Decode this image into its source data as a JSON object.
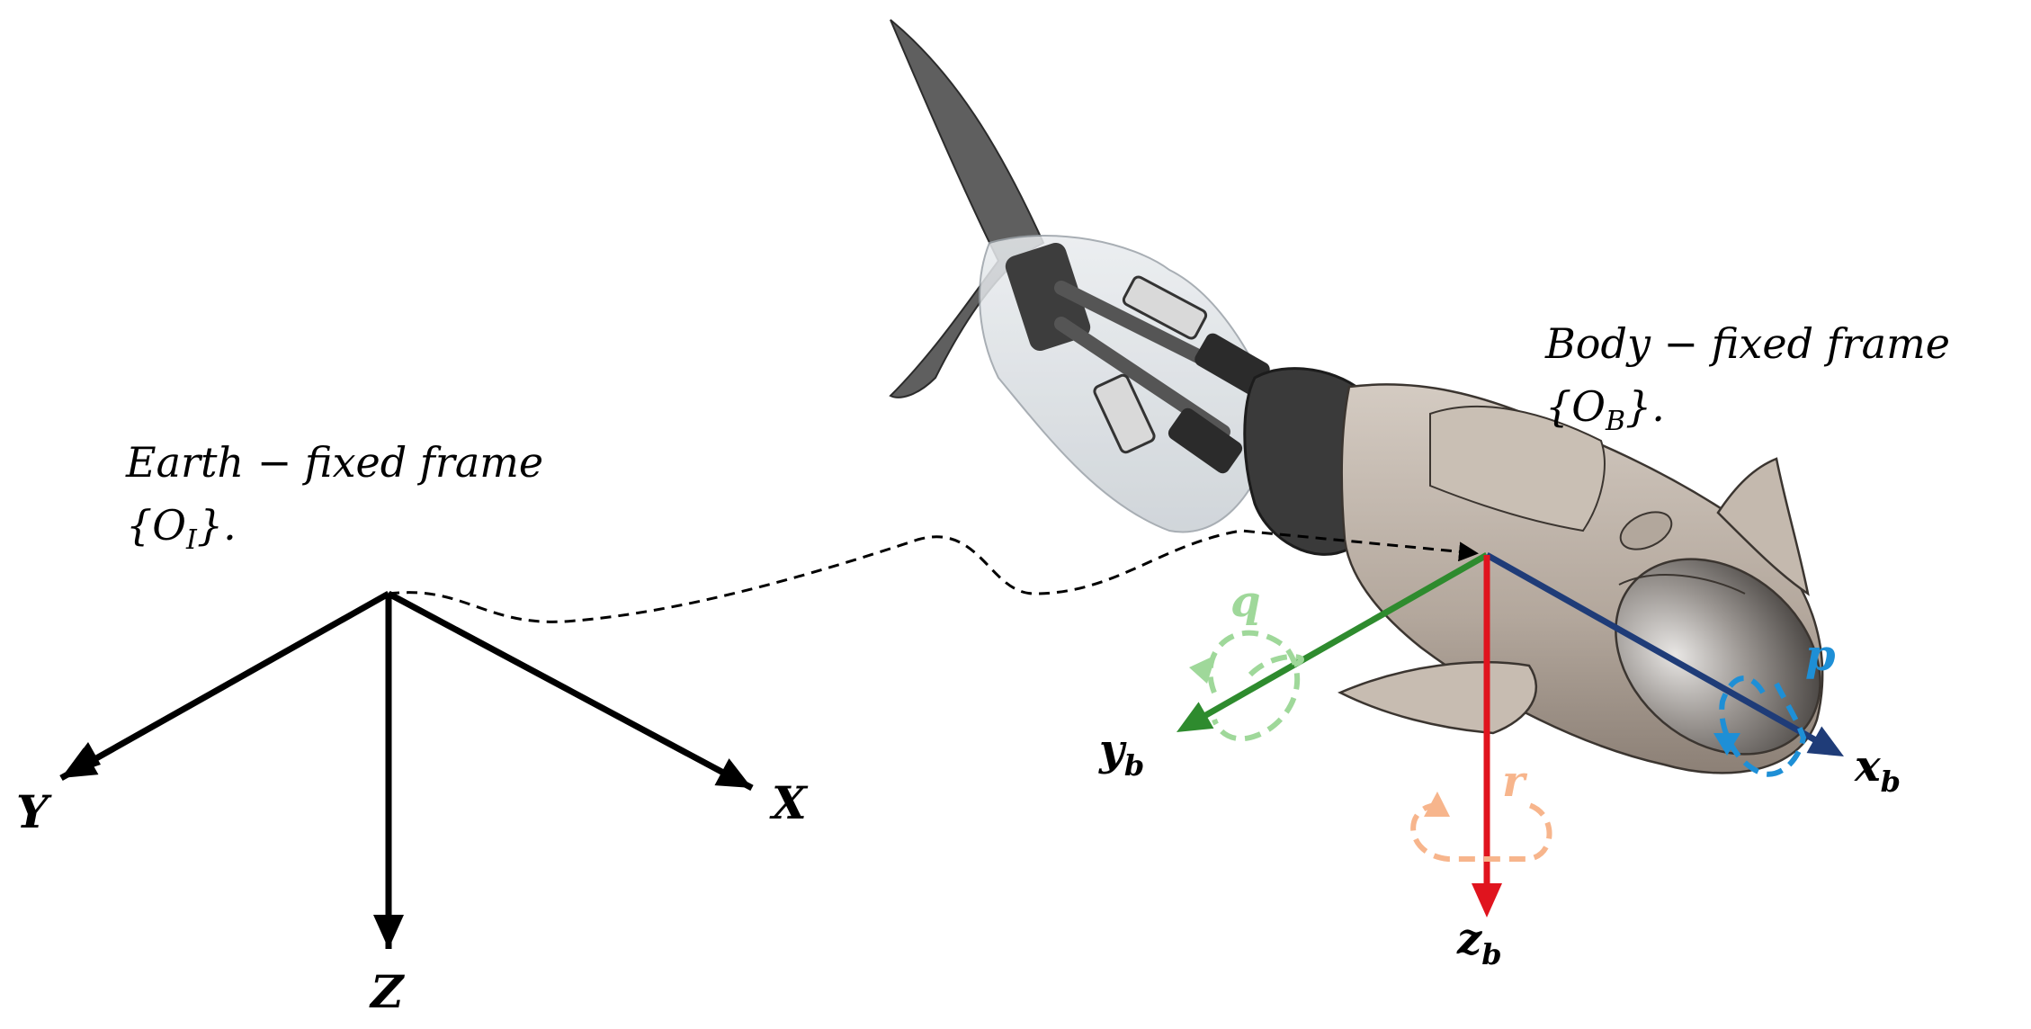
{
  "earth_frame": {
    "title": "Earth − fixed frame",
    "origin": "{O",
    "origin_sub": "I",
    "origin_tail": "}.",
    "axes": {
      "x": "X",
      "y": "Y",
      "z": "Z"
    }
  },
  "body_frame": {
    "title": "Body − fixed frame",
    "origin": "{O",
    "origin_sub": "B",
    "origin_tail": "}.",
    "axes": {
      "x": "x",
      "x_sub": "b",
      "y": "y",
      "y_sub": "b",
      "z": "z",
      "z_sub": "b"
    },
    "rates": {
      "p": "p",
      "q": "q",
      "r": "r"
    }
  },
  "colors": {
    "axis_black": "#000000",
    "x_body": "#1f3c78",
    "y_body": "#2e8b2e",
    "z_body": "#e0141e",
    "p_rate": "#1e8fd6",
    "q_rate": "#9fd89a",
    "r_rate": "#f7b58c",
    "fish_body": "#b9aea3",
    "fish_dark": "#4a4a4a",
    "tail_fin": "#5e5e5e"
  }
}
